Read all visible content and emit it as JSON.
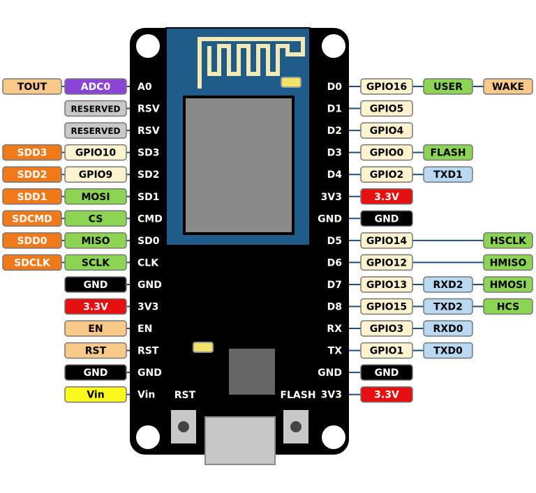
{
  "board": {
    "button_rst": "RST",
    "button_flash": "FLASH"
  },
  "colors": {
    "board": "#000000",
    "module": "#1f5c8a",
    "shield": "#8a8a8a",
    "antenna": "#f3e9b3",
    "led": "#f2e36b",
    "usb": "#c8c8c8",
    "line": "#1f4e79",
    "orange": "#f07a1a",
    "tan": "#f9c98a",
    "purple": "#8a44d6",
    "grey": "#c9c9c9",
    "cream": "#fdf4cf",
    "green": "#8cd454",
    "dark": "#000000",
    "red": "#e61010",
    "yellow": "#fafa1e",
    "lightblue": "#b9d9f2"
  },
  "left_pins": [
    {
      "pin": "A0",
      "tags": [
        {
          "t": "ADC0",
          "c": "purple"
        },
        {
          "t": "TOUT",
          "c": "tan"
        }
      ]
    },
    {
      "pin": "RSV",
      "tags": [
        {
          "t": "RESERVED",
          "c": "grey"
        }
      ]
    },
    {
      "pin": "RSV",
      "tags": [
        {
          "t": "RESERVED",
          "c": "grey"
        }
      ]
    },
    {
      "pin": "SD3",
      "tags": [
        {
          "t": "GPIO10",
          "c": "cream"
        },
        {
          "t": "SDD3",
          "c": "orange"
        }
      ]
    },
    {
      "pin": "SD2",
      "tags": [
        {
          "t": "GPIO9",
          "c": "cream"
        },
        {
          "t": "SDD2",
          "c": "orange"
        }
      ]
    },
    {
      "pin": "SD1",
      "tags": [
        {
          "t": "MOSI",
          "c": "green"
        },
        {
          "t": "SDD1",
          "c": "orange"
        }
      ]
    },
    {
      "pin": "CMD",
      "tags": [
        {
          "t": "CS",
          "c": "green"
        },
        {
          "t": "SDCMD",
          "c": "orange"
        }
      ]
    },
    {
      "pin": "SD0",
      "tags": [
        {
          "t": "MISO",
          "c": "green"
        },
        {
          "t": "SDD0",
          "c": "orange"
        }
      ]
    },
    {
      "pin": "CLK",
      "tags": [
        {
          "t": "SCLK",
          "c": "green"
        },
        {
          "t": "SDCLK",
          "c": "orange"
        }
      ]
    },
    {
      "pin": "GND",
      "tags": [
        {
          "t": "GND",
          "c": "dark"
        }
      ]
    },
    {
      "pin": "3V3",
      "tags": [
        {
          "t": "3.3V",
          "c": "red"
        }
      ]
    },
    {
      "pin": "EN",
      "tags": [
        {
          "t": "EN",
          "c": "tan"
        }
      ]
    },
    {
      "pin": "RST",
      "tags": [
        {
          "t": "RST",
          "c": "tan"
        }
      ]
    },
    {
      "pin": "GND",
      "tags": [
        {
          "t": "GND",
          "c": "dark"
        }
      ]
    },
    {
      "pin": "Vin",
      "tags": [
        {
          "t": "Vin",
          "c": "yellow"
        }
      ]
    }
  ],
  "right_pins": [
    {
      "pin": "D0",
      "tags": [
        {
          "t": "GPIO16",
          "c": "cream"
        },
        {
          "t": "USER",
          "c": "green"
        },
        {
          "t": "WAKE",
          "c": "tan"
        }
      ]
    },
    {
      "pin": "D1",
      "tags": [
        {
          "t": "GPIO5",
          "c": "cream"
        }
      ]
    },
    {
      "pin": "D2",
      "tags": [
        {
          "t": "GPIO4",
          "c": "cream"
        }
      ]
    },
    {
      "pin": "D3",
      "tags": [
        {
          "t": "GPIO0",
          "c": "cream"
        },
        {
          "t": "FLASH",
          "c": "green"
        }
      ]
    },
    {
      "pin": "D4",
      "tags": [
        {
          "t": "GPIO2",
          "c": "cream"
        },
        {
          "t": "TXD1",
          "c": "lightblue"
        }
      ]
    },
    {
      "pin": "3V3",
      "tags": [
        {
          "t": "3.3V",
          "c": "red"
        }
      ]
    },
    {
      "pin": "GND",
      "tags": [
        {
          "t": "GND",
          "c": "dark"
        }
      ]
    },
    {
      "pin": "D5",
      "tags": [
        {
          "t": "GPIO14",
          "c": "cream"
        },
        {
          "t": "",
          "c": ""
        },
        {
          "t": "HSCLK",
          "c": "green"
        }
      ]
    },
    {
      "pin": "D6",
      "tags": [
        {
          "t": "GPIO12",
          "c": "cream"
        },
        {
          "t": "",
          "c": ""
        },
        {
          "t": "HMISO",
          "c": "green"
        }
      ]
    },
    {
      "pin": "D7",
      "tags": [
        {
          "t": "GPIO13",
          "c": "cream"
        },
        {
          "t": "RXD2",
          "c": "lightblue"
        },
        {
          "t": "HMOSI",
          "c": "green"
        }
      ]
    },
    {
      "pin": "D8",
      "tags": [
        {
          "t": "GPIO15",
          "c": "cream"
        },
        {
          "t": "TXD2",
          "c": "lightblue"
        },
        {
          "t": "HCS",
          "c": "green"
        }
      ]
    },
    {
      "pin": "RX",
      "tags": [
        {
          "t": "GPIO3",
          "c": "cream"
        },
        {
          "t": "RXD0",
          "c": "lightblue"
        }
      ]
    },
    {
      "pin": "TX",
      "tags": [
        {
          "t": "GPIO1",
          "c": "cream"
        },
        {
          "t": "TXD0",
          "c": "lightblue"
        }
      ]
    },
    {
      "pin": "GND",
      "tags": [
        {
          "t": "GND",
          "c": "dark"
        }
      ]
    },
    {
      "pin": "3V3",
      "tags": [
        {
          "t": "3.3V",
          "c": "red"
        }
      ]
    }
  ]
}
